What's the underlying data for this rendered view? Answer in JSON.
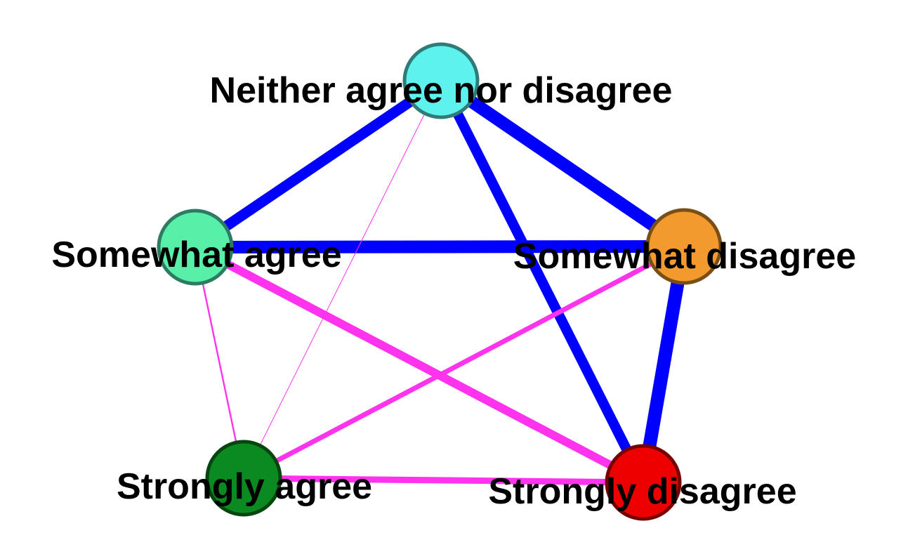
{
  "nodes": [
    {
      "id": "neither",
      "label": "Neither agree nor disagree",
      "fill": "#5ef2ee",
      "stroke": "#2e7b78"
    },
    {
      "id": "somewhat_agree",
      "label": "Somewhat agree",
      "fill": "#58f0a8",
      "stroke": "#2e7b63"
    },
    {
      "id": "somewhat_disagree",
      "label": "Somewhat disagree",
      "fill": "#f29a2e",
      "stroke": "#7a4f15"
    },
    {
      "id": "strongly_agree",
      "label": "Strongly agree",
      "fill": "#0a8a20",
      "stroke": "#05460f"
    },
    {
      "id": "strongly_disagree",
      "label": "Strongly disagree",
      "fill": "#ee0000",
      "stroke": "#770000"
    }
  ],
  "edges": [
    {
      "source": "neither",
      "target": "somewhat_agree",
      "sign": "positive",
      "strength": 0.75
    },
    {
      "source": "neither",
      "target": "somewhat_disagree",
      "sign": "positive",
      "strength": 0.9
    },
    {
      "source": "neither",
      "target": "strongly_disagree",
      "sign": "positive",
      "strength": 0.72
    },
    {
      "source": "somewhat_agree",
      "target": "somewhat_disagree",
      "sign": "positive",
      "strength": 0.9
    },
    {
      "source": "somewhat_disagree",
      "target": "strongly_disagree",
      "sign": "positive",
      "strength": 0.95
    },
    {
      "source": "somewhat_agree",
      "target": "strongly_disagree",
      "sign": "negative",
      "strength": 0.6
    },
    {
      "source": "somewhat_disagree",
      "target": "strongly_agree",
      "sign": "negative",
      "strength": 0.35
    },
    {
      "source": "strongly_agree",
      "target": "strongly_disagree",
      "sign": "negative",
      "strength": 0.45
    },
    {
      "source": "neither",
      "target": "strongly_agree",
      "sign": "negative",
      "strength": 0.05
    },
    {
      "source": "somewhat_agree",
      "target": "strongly_agree",
      "sign": "negative",
      "strength": 0.12
    }
  ],
  "colors": {
    "positive": "#0000ff",
    "negative": "#ff33ee"
  }
}
